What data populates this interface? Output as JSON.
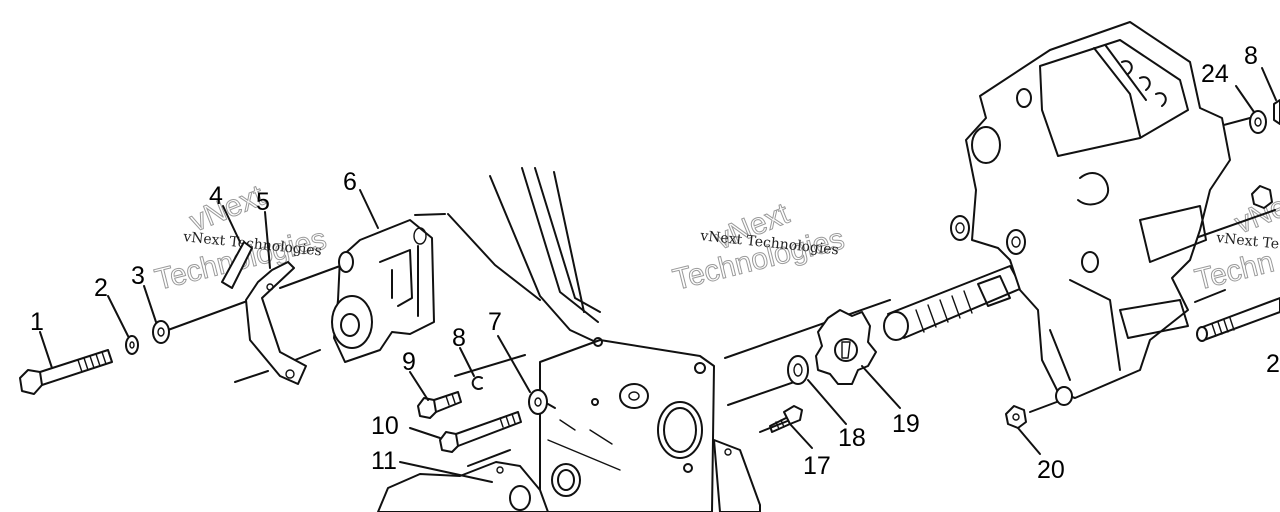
{
  "diagram": {
    "callouts": [
      "1",
      "2",
      "3",
      "4",
      "5",
      "6",
      "7",
      "8",
      "9",
      "10",
      "11",
      "17",
      "18",
      "19",
      "20",
      "24",
      "8",
      "2"
    ],
    "watermark": {
      "line1": "vNext Technologies",
      "line2": "Technologies",
      "short": "vNext",
      "partial": "vNext Te",
      "partial2": "Techn"
    }
  }
}
